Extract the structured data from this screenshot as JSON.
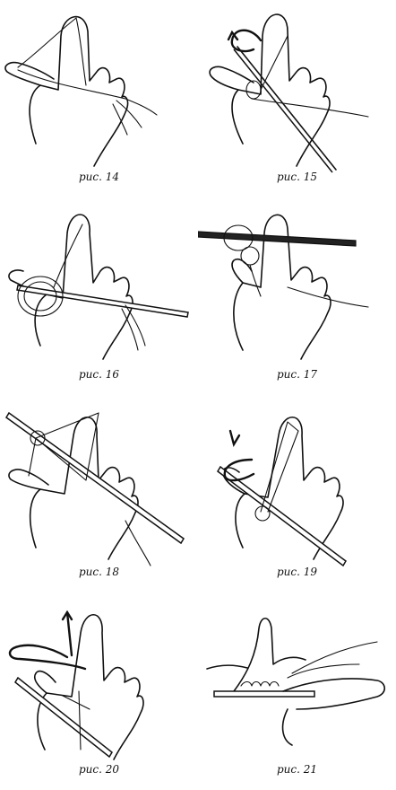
{
  "figures": [
    {
      "caption": "рис. 14"
    },
    {
      "caption": "рис. 15"
    },
    {
      "caption": "рис. 16"
    },
    {
      "caption": "рис. 17"
    },
    {
      "caption": "рис. 18"
    },
    {
      "caption": "рис. 19"
    },
    {
      "caption": "рис. 20"
    },
    {
      "caption": "рис. 21"
    }
  ]
}
